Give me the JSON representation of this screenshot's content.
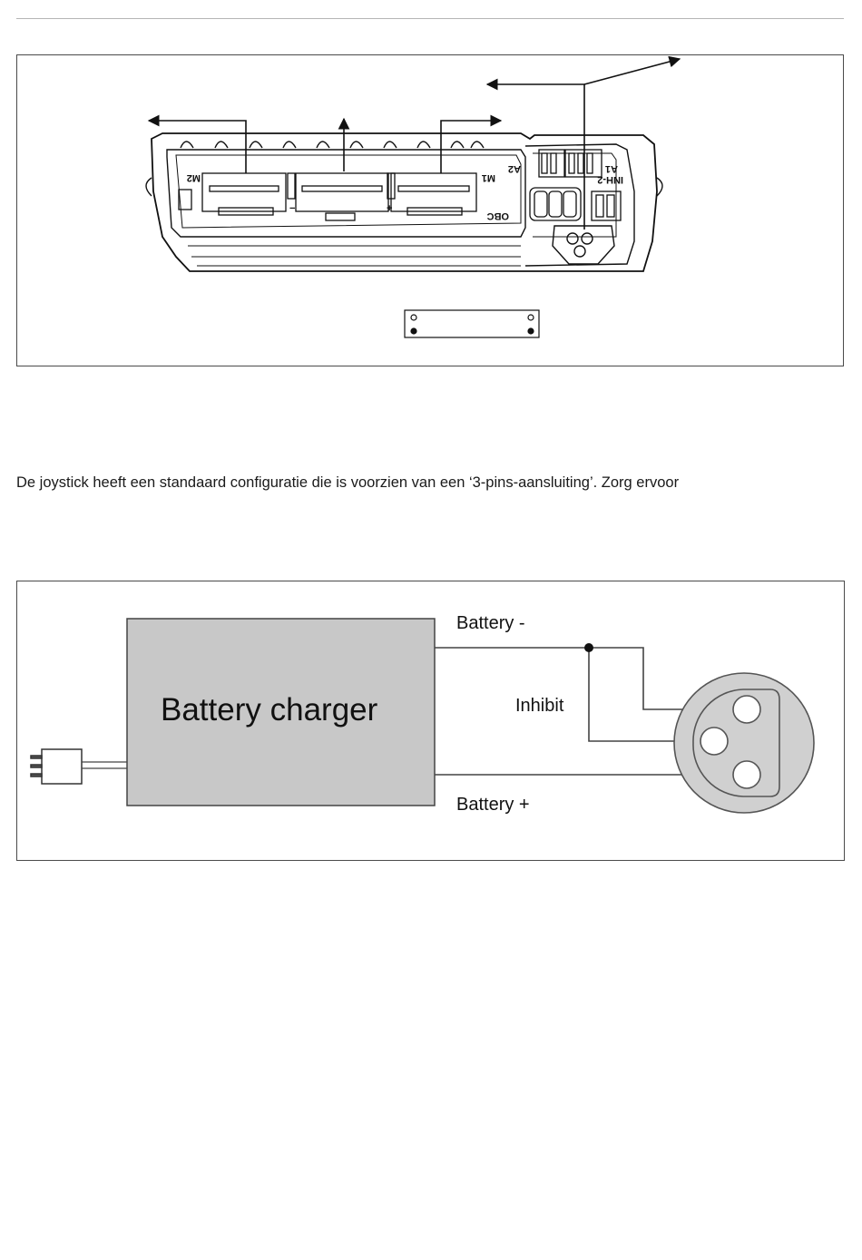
{
  "figure1": {
    "labels": {
      "m2": "M2",
      "m1": "M1",
      "a2": "A2",
      "a1": "A1",
      "inh2": "INH-2",
      "obc": "OBC",
      "minus": "−",
      "plus": "+"
    }
  },
  "paragraph": {
    "text": "De joystick heeft een standaard configuratie die is voorzien van een ‘3-pins-aansluiting’. Zorg ervoor"
  },
  "figure2": {
    "charger_label": "Battery charger",
    "battery_minus": "Battery -",
    "inhibit": "Inhibit",
    "battery_plus": "Battery +"
  }
}
